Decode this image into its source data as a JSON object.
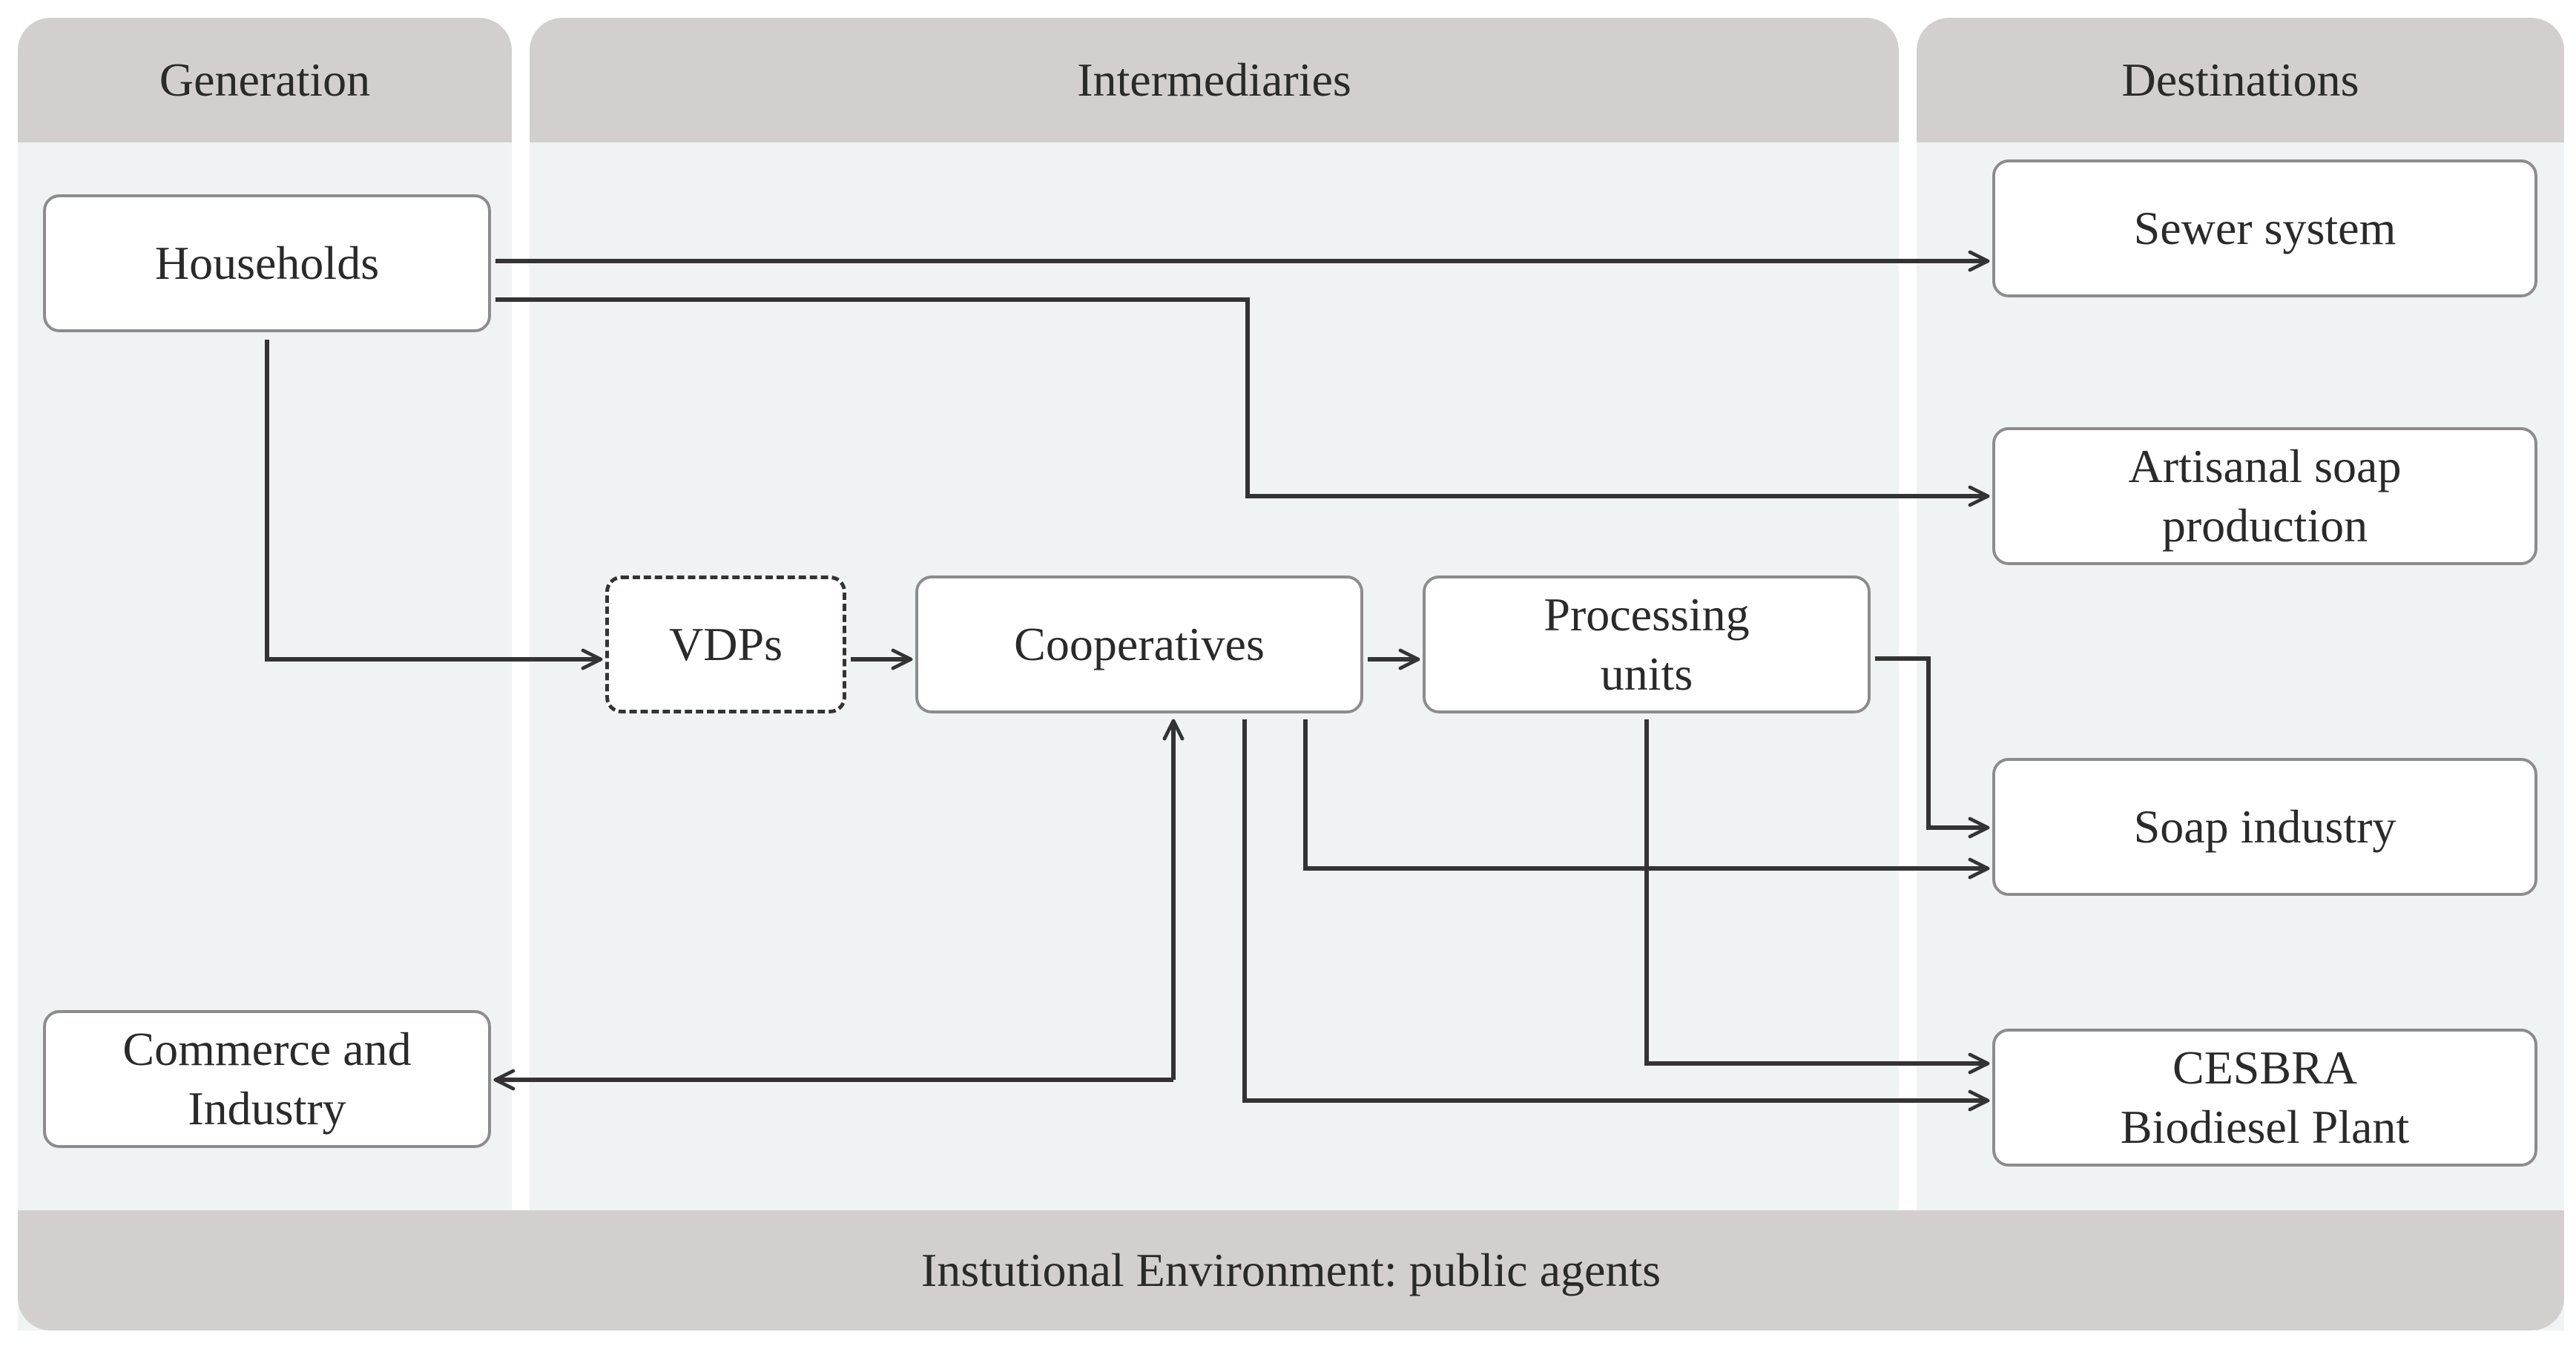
{
  "columns": {
    "generation": "Generation",
    "intermediaries": "Intermediaries",
    "destinations": "Destinations"
  },
  "footer": "Instutional Environment: public agents",
  "nodes": {
    "households": "Households",
    "commerce": "Commerce and\nIndustry",
    "vdps": "VDPs",
    "cooperatives": "Cooperatives",
    "processing": "Processing\nunits",
    "sewer": "Sewer system",
    "artisanal": "Artisanal soap\nproduction",
    "soap_industry": "Soap industry",
    "cesbra": "CESBRA\nBiodiesel Plant"
  },
  "colors": {
    "panel": "#eff3f3",
    "header": "#d3cfcf",
    "arrow": "#333333",
    "node_border": "#8c8c8c"
  }
}
